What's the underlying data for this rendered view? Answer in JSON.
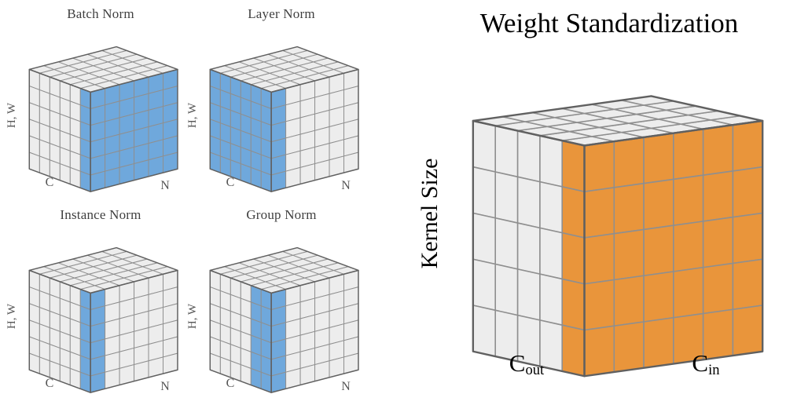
{
  "figure": {
    "background": "#ffffff",
    "cell_gray": "#ededed",
    "grid_stroke": "#8f8f8f",
    "edge_stroke": "#606060",
    "dims_small": {
      "c": 6,
      "n": 6,
      "hw": 6
    },
    "norm_cubes": [
      {
        "title": "Batch Norm",
        "axis_left": "H, W",
        "axis_c": "C",
        "axis_n": "N",
        "highlight_color": "#6fa8dc",
        "highlight": {
          "left_cols": [
            0
          ],
          "right_cols": [
            0,
            1,
            2,
            3,
            4,
            5
          ]
        }
      },
      {
        "title": "Layer Norm",
        "axis_left": "H, W",
        "axis_c": "C",
        "axis_n": "N",
        "highlight_color": "#6fa8dc",
        "highlight": {
          "left_cols": [
            0,
            1,
            2,
            3,
            4,
            5
          ],
          "right_cols": [
            0
          ]
        }
      },
      {
        "title": "Instance Norm",
        "axis_left": "H, W",
        "axis_c": "C",
        "axis_n": "N",
        "highlight_color": "#6fa8dc",
        "highlight": {
          "left_cols": [
            0
          ],
          "right_cols": [
            0
          ]
        }
      },
      {
        "title": "Group Norm",
        "axis_left": "H, W",
        "axis_c": "C",
        "axis_n": "N",
        "highlight_color": "#6fa8dc",
        "highlight": {
          "left_cols": [
            0,
            1
          ],
          "right_cols": [
            0
          ]
        }
      }
    ],
    "ws": {
      "title": "Weight Standardization",
      "axis_vertical": "Kernel Size",
      "axis_cout_base": "C",
      "axis_cout_sub": "out",
      "axis_cin_base": "C",
      "axis_cin_sub": "in",
      "highlight_color": "#e9953b",
      "dims": {
        "c_out": 5,
        "c_in": 6,
        "kernel": 5
      },
      "highlight": {
        "left_cols": [
          0
        ],
        "right_cols": [
          0,
          1,
          2,
          3,
          4,
          5
        ]
      }
    }
  }
}
